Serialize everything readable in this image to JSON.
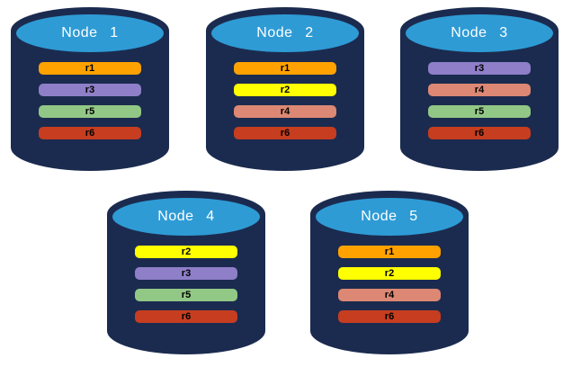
{
  "colors": {
    "canvas_bg": "#FFFFFF",
    "cylinder_body": "#1B2B4F",
    "cylinder_top": "#2E9BD5",
    "title_text": "#FFFFFF",
    "bar_text": "#000000"
  },
  "replica_colors": {
    "r1": "#FFA200",
    "r2": "#FFFF00",
    "r3": "#8E7FC8",
    "r4": "#DD8874",
    "r5": "#92C885",
    "r6": "#C63D20"
  },
  "nodes": [
    {
      "label": "Node 1",
      "replicas": [
        "r1",
        "r3",
        "r5",
        "r6"
      ]
    },
    {
      "label": "Node 2",
      "replicas": [
        "r1",
        "r2",
        "r4",
        "r6"
      ]
    },
    {
      "label": "Node 3",
      "replicas": [
        "r3",
        "r4",
        "r5",
        "r6"
      ]
    },
    {
      "label": "Node 4",
      "replicas": [
        "r2",
        "r3",
        "r5",
        "r6"
      ]
    },
    {
      "label": "Node 5",
      "replicas": [
        "r1",
        "r2",
        "r4",
        "r6"
      ]
    }
  ]
}
